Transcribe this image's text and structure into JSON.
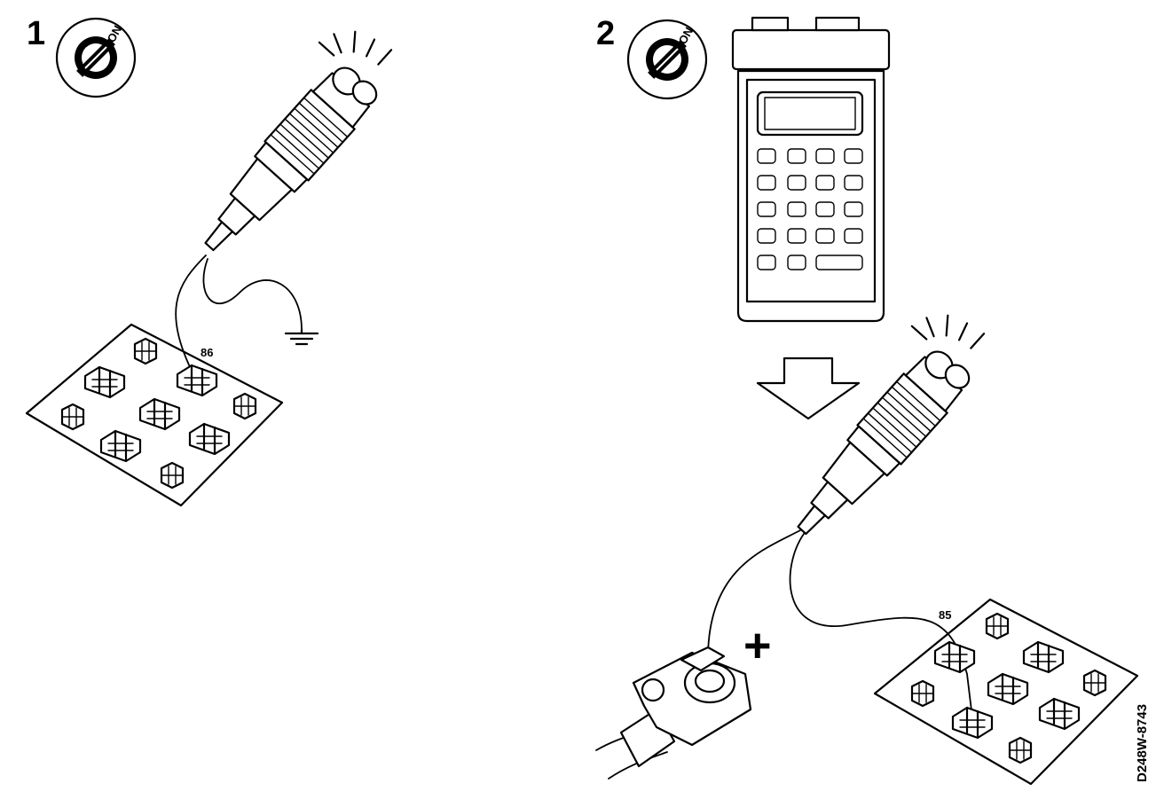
{
  "figure": {
    "step_1_label": "1",
    "step_2_label": "2",
    "ignition_on_label": "ON",
    "relay_pin_step1": "86",
    "relay_pin_step2": "85",
    "positive_terminal_symbol": "+",
    "drawing_code": "D248W-8743"
  },
  "icons": {
    "ignition_switch": "ignition-key-switch-icon",
    "test_light": "test-light-probe-icon",
    "ground": "ground-symbol-icon",
    "scan_tool": "hand-held-scan-tool-icon",
    "arrow": "down-arrow-icon",
    "relay_block": "relay-socket-block-icon",
    "battery_terminal": "battery-positive-terminal-icon"
  }
}
